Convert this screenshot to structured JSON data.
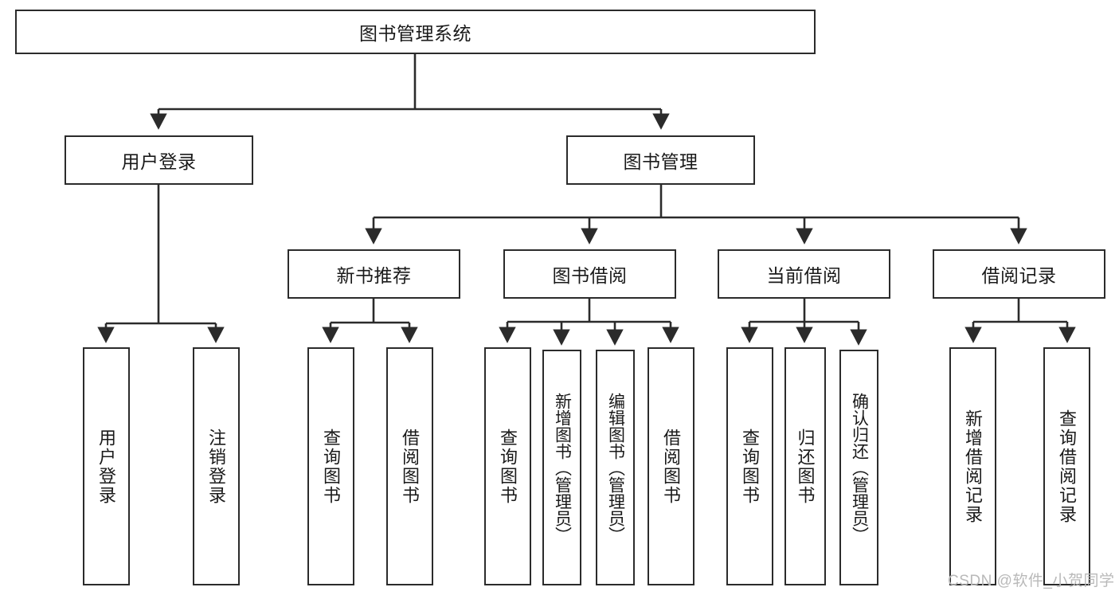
{
  "diagram": {
    "title": "图书管理系统",
    "type": "tree-hierarchy-chart",
    "root": {
      "label": "图书管理系统"
    },
    "level1": [
      {
        "label": "用户登录"
      },
      {
        "label": "图书管理"
      }
    ],
    "level2": [
      {
        "label": "新书推荐"
      },
      {
        "label": "图书借阅"
      },
      {
        "label": "当前借阅"
      },
      {
        "label": "借阅记录"
      }
    ],
    "leaves": {
      "user_login": [
        {
          "label": "用户登录"
        },
        {
          "label": "注销登录"
        }
      ],
      "new_book_recommend": [
        {
          "label": "查询图书"
        },
        {
          "label": "借阅图书"
        }
      ],
      "book_borrow": [
        {
          "label": "查询图书"
        },
        {
          "label": "新增图书（管理员）"
        },
        {
          "label": "编辑图书（管理员）"
        },
        {
          "label": "借阅图书"
        }
      ],
      "current_borrow": [
        {
          "label": "查询图书"
        },
        {
          "label": "归还图书"
        },
        {
          "label": "确认归还（管理员）"
        }
      ],
      "borrow_record": [
        {
          "label": "新增借阅记录"
        },
        {
          "label": "查询借阅记录"
        }
      ]
    }
  },
  "watermark": {
    "text": "CSDN @软件_小贺同学"
  },
  "colors": {
    "border": "#2b2b2b",
    "background": "#ffffff",
    "text": "#1a1a1a",
    "watermark": "#b9b9b9"
  }
}
